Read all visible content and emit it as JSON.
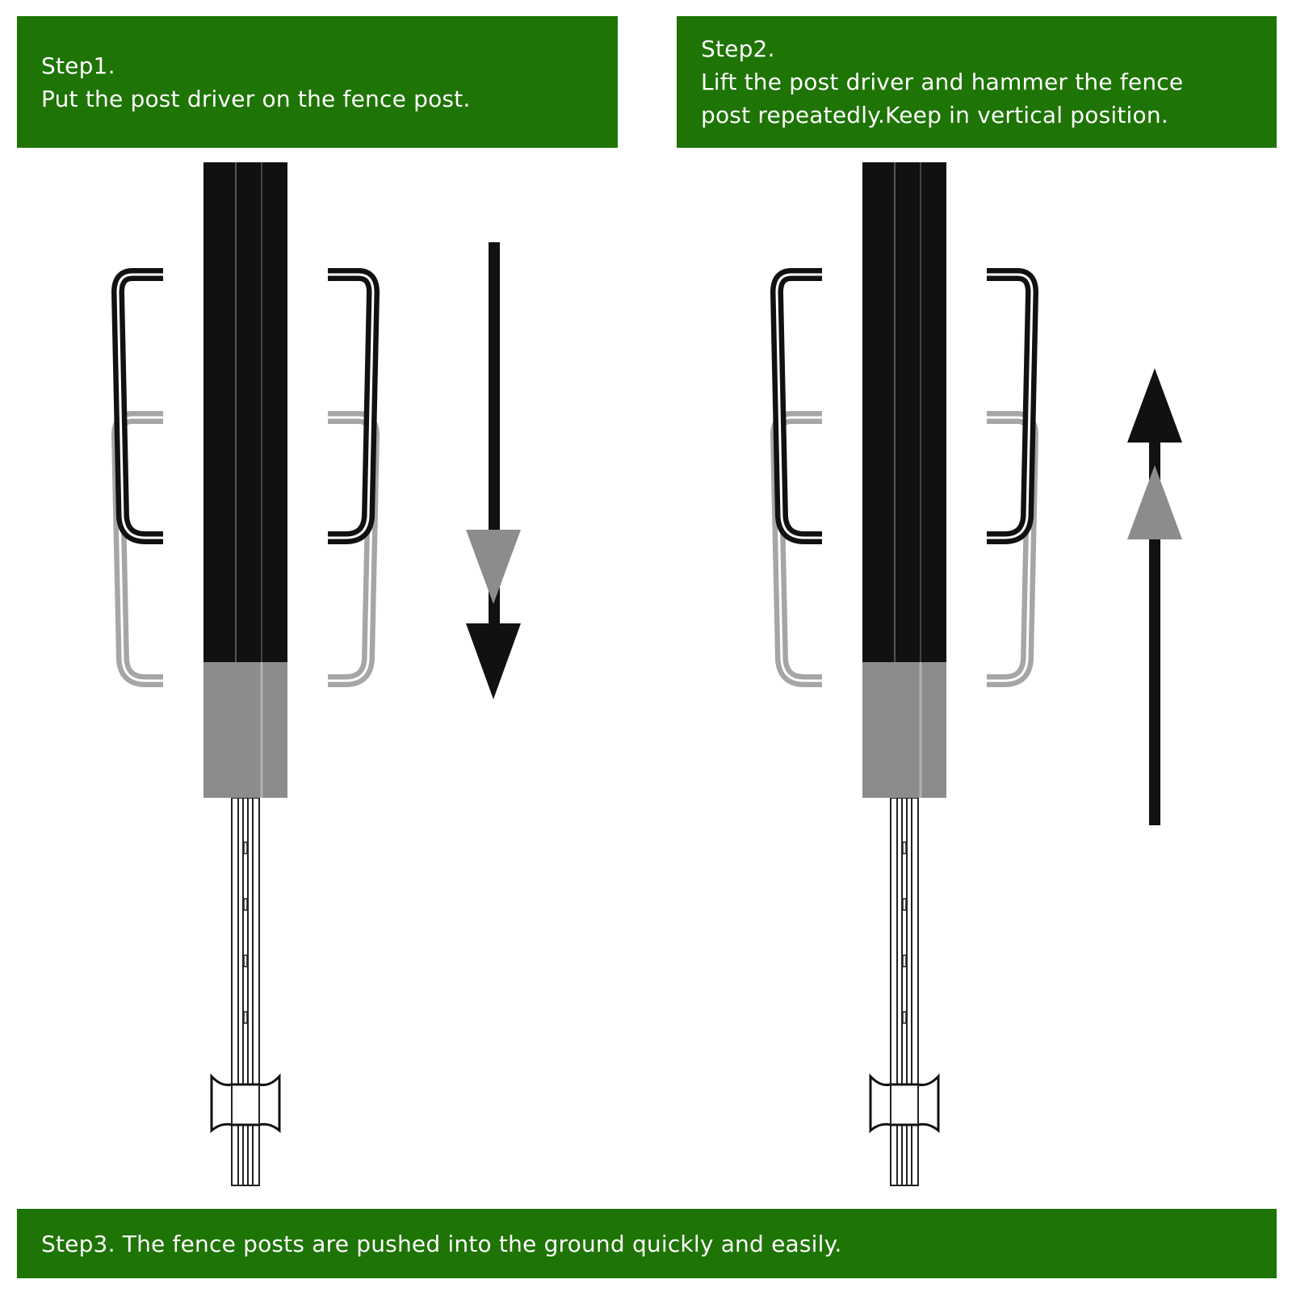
{
  "steps": [
    {
      "title": "Step1.",
      "text": "Put the post driver on the fence post."
    },
    {
      "title": "Step2.",
      "text": "Lift the post driver and hammer the fence post repeatedly.Keep in vertical position."
    },
    {
      "title": "",
      "text": "Step3. The fence posts are pushed into the ground quickly and easily."
    }
  ],
  "colors": {
    "banner": "#1e7405",
    "driver_body": "#111111",
    "driver_sleeve": "#8c8c8c",
    "ghost": "#a6a6a6"
  },
  "icons": [
    "post-driver-icon",
    "fence-post-icon",
    "down-arrow-icon",
    "up-arrow-icon"
  ]
}
